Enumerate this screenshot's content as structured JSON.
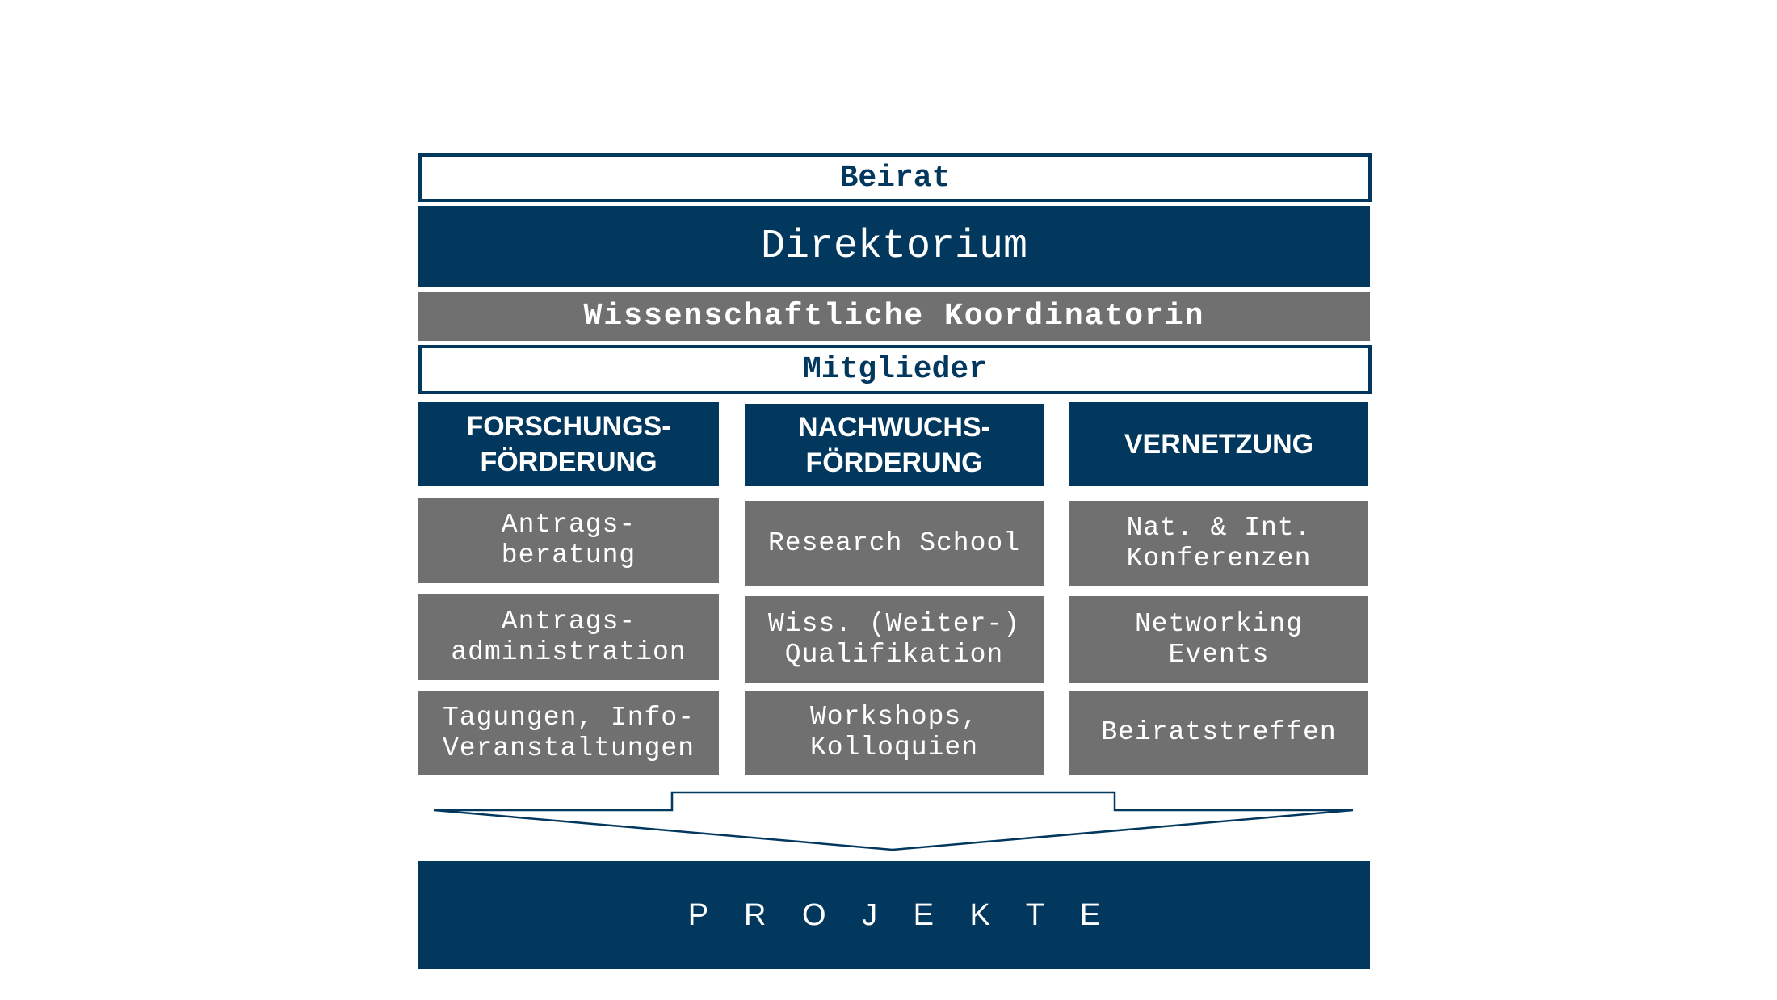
{
  "beirat": "Beirat",
  "direktorium": "Direktorium",
  "koordination": "Wissenschaftliche Koordinatorin",
  "mitglieder": "Mitglieder",
  "columns": [
    {
      "header": [
        "FORSCHUNGS-",
        "FÖRDERUNG"
      ],
      "items": [
        [
          "Antrags-",
          "beratung"
        ],
        [
          "Antrags-",
          "administration"
        ],
        [
          "Tagungen, Info-",
          "Veranstaltungen"
        ]
      ]
    },
    {
      "header": [
        "NACHWUCHS-",
        "FÖRDERUNG"
      ],
      "items": [
        [
          "Research School"
        ],
        [
          "Wiss. (Weiter-)",
          "Qualifikation"
        ],
        [
          "Workshops,",
          "Kolloquien"
        ]
      ]
    },
    {
      "header": [
        "VERNETZUNG"
      ],
      "items": [
        [
          "Nat. & Int.",
          "Konferenzen"
        ],
        [
          "Networking",
          "Events"
        ],
        [
          "Beiratstreffen"
        ]
      ]
    }
  ],
  "projekte": "P R O J E K T E",
  "colors": {
    "navy": "#02385e",
    "gray": "#707070"
  }
}
